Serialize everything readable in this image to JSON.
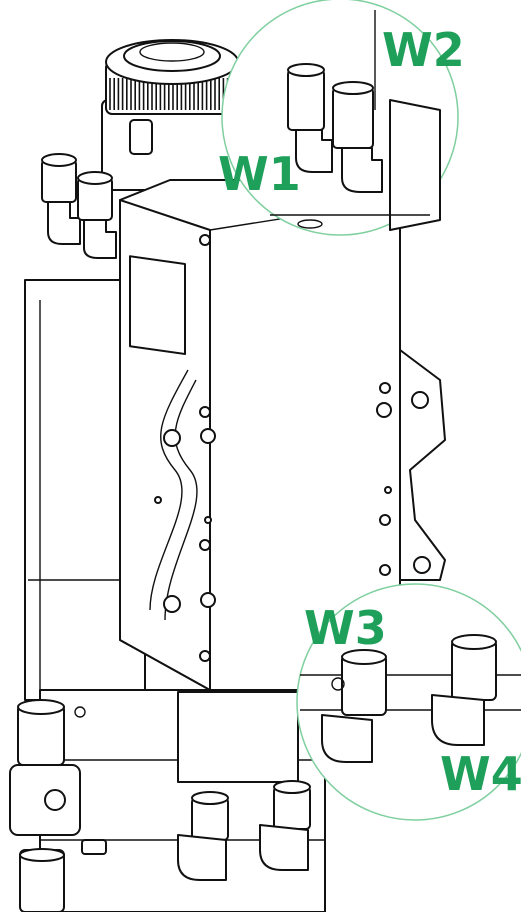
{
  "labels": {
    "w1": "W1",
    "w2": "W2",
    "w3": "W3",
    "w4": "W4"
  },
  "colors": {
    "label": "#1fa05a",
    "zoom_circle": "#7fcf9f",
    "line": "#111111"
  }
}
